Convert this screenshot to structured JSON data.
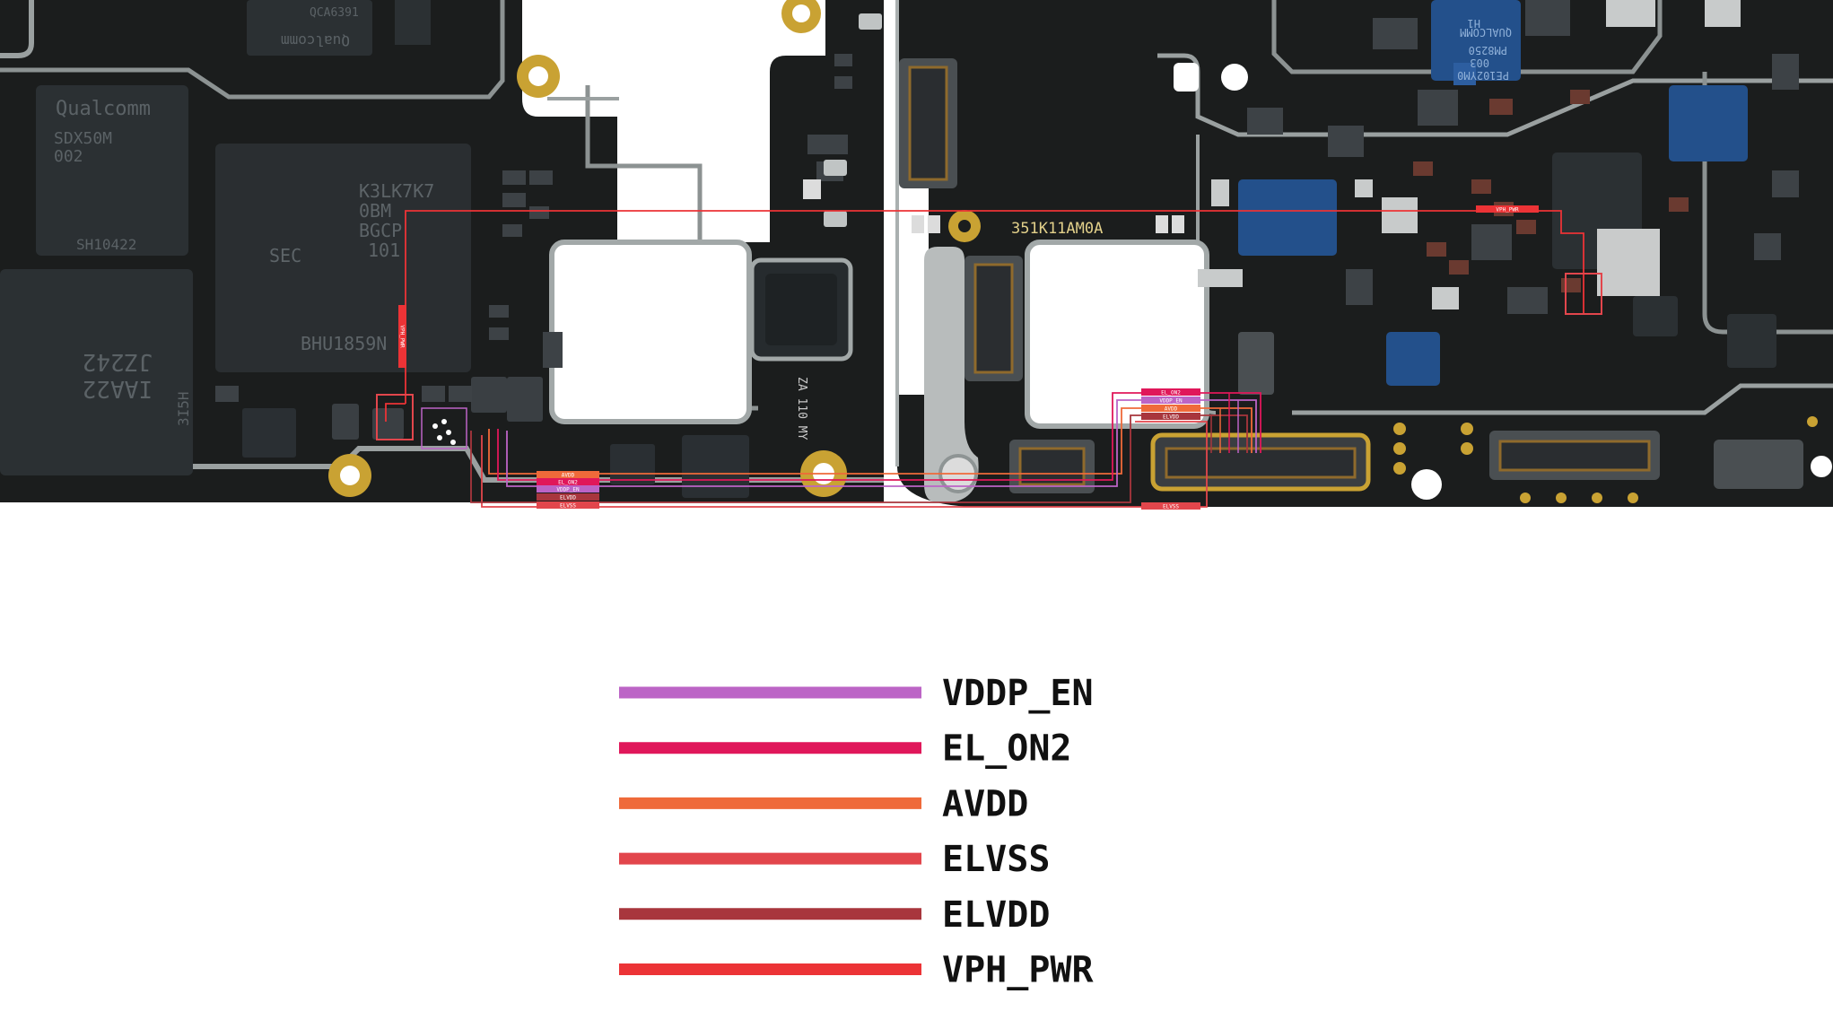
{
  "board": {
    "chip_labels": {
      "qualcomm_1": "Qualcomm",
      "qualcomm_2": "Qualcomm",
      "sdx_line1": "SDX50M",
      "sdx_line2": "002",
      "sdx_line3": "SH10422",
      "qca": "QCA6391",
      "mem_line1": "K3LK7K7",
      "mem_line2": "0BM",
      "mem_line3": "BGCP",
      "mem_line4": "101",
      "mem_sec": "SEC",
      "mem_code": "BHU1859N",
      "ufs_line1": "JZ242",
      "ufs_line2": "IAA22",
      "ufs_line3": "3I5H",
      "pmic_line1": "QUALCOMM",
      "pmic_line2": "PM8250",
      "pmic_line3": "003",
      "pmic_line4": "PE102YM0",
      "pmic_line5": "H1",
      "board_code": "351K11AM0A",
      "small_text": "ZA 110 MY"
    },
    "net_tags": {
      "left_avdd": "AVDD",
      "left_el_on2": "EL_ON2",
      "left_vddp_en": "VDDP_EN",
      "left_elvdd": "ELVDD",
      "left_elvss": "ELVSS",
      "right_el_on2": "EL_ON2",
      "right_vddp_en": "VDDP_EN",
      "right_avdd": "AVDD",
      "right_elvdd": "ELVDD",
      "right_elvss": "ELVSS",
      "vph_vertical": "VPH_PWR",
      "vph_right": "VPH_PWR"
    }
  },
  "legend": {
    "items": [
      {
        "label": "VDDP_EN",
        "color": "#bc64c6"
      },
      {
        "label": "EL_ON2",
        "color": "#e0175a"
      },
      {
        "label": "AVDD",
        "color": "#ef6a3a"
      },
      {
        "label": "ELVSS",
        "color": "#e2464c"
      },
      {
        "label": "ELVDD",
        "color": "#a8363d"
      },
      {
        "label": "VPH_PWR",
        "color": "#ec3336"
      }
    ]
  },
  "colors": {
    "pcb": "#1b1d1d",
    "silver": "#b8bcbc",
    "gold": "#c9a233",
    "chip_dark": "#2a2f33",
    "chip_blue": "#22508a"
  }
}
